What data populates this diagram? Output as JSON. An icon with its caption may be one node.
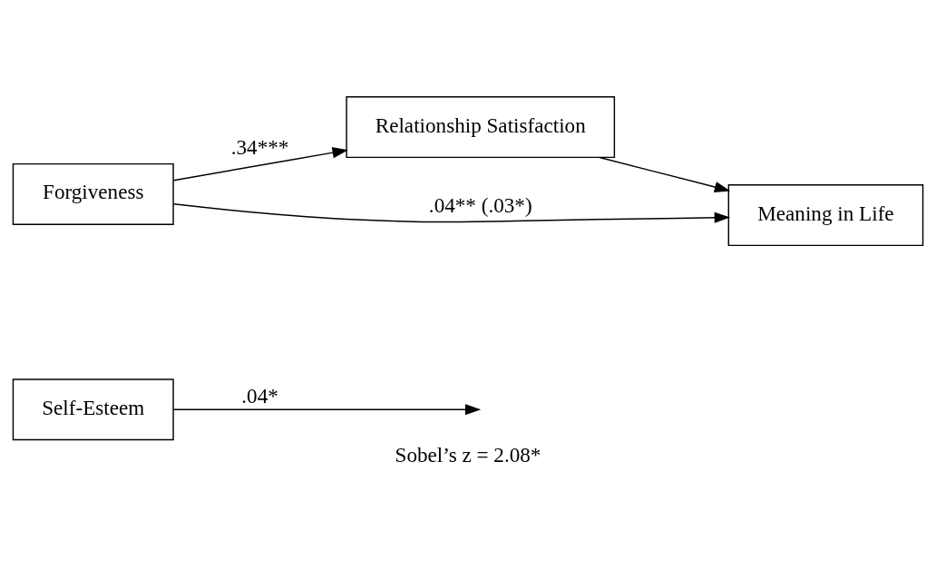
{
  "diagram": {
    "caption": "Sobel’s z = 2.08*",
    "nodes": [
      {
        "text": [
          "Self-Esteem"
        ]
      },
      {
        "text": [
          "Relationship Satisfaction"
        ]
      },
      {
        "text": [
          "Forgiveness"
        ]
      },
      {
        "text": [
          "Meaning in Life"
        ]
      }
    ],
    "edges": [
      {
        "from": 2,
        "to": 1,
        "arrow": "to",
        "label": ".34***"
      },
      {
        "from": 1,
        "to": 3,
        "arrow": "to"
      },
      {
        "from": 0,
        "to": null,
        "arrow": "to",
        "label": ".04*"
      },
      {
        "from": 2,
        "to": 3,
        "arrow": "to",
        "label": ".04** (.03*)"
      }
    ]
  }
}
